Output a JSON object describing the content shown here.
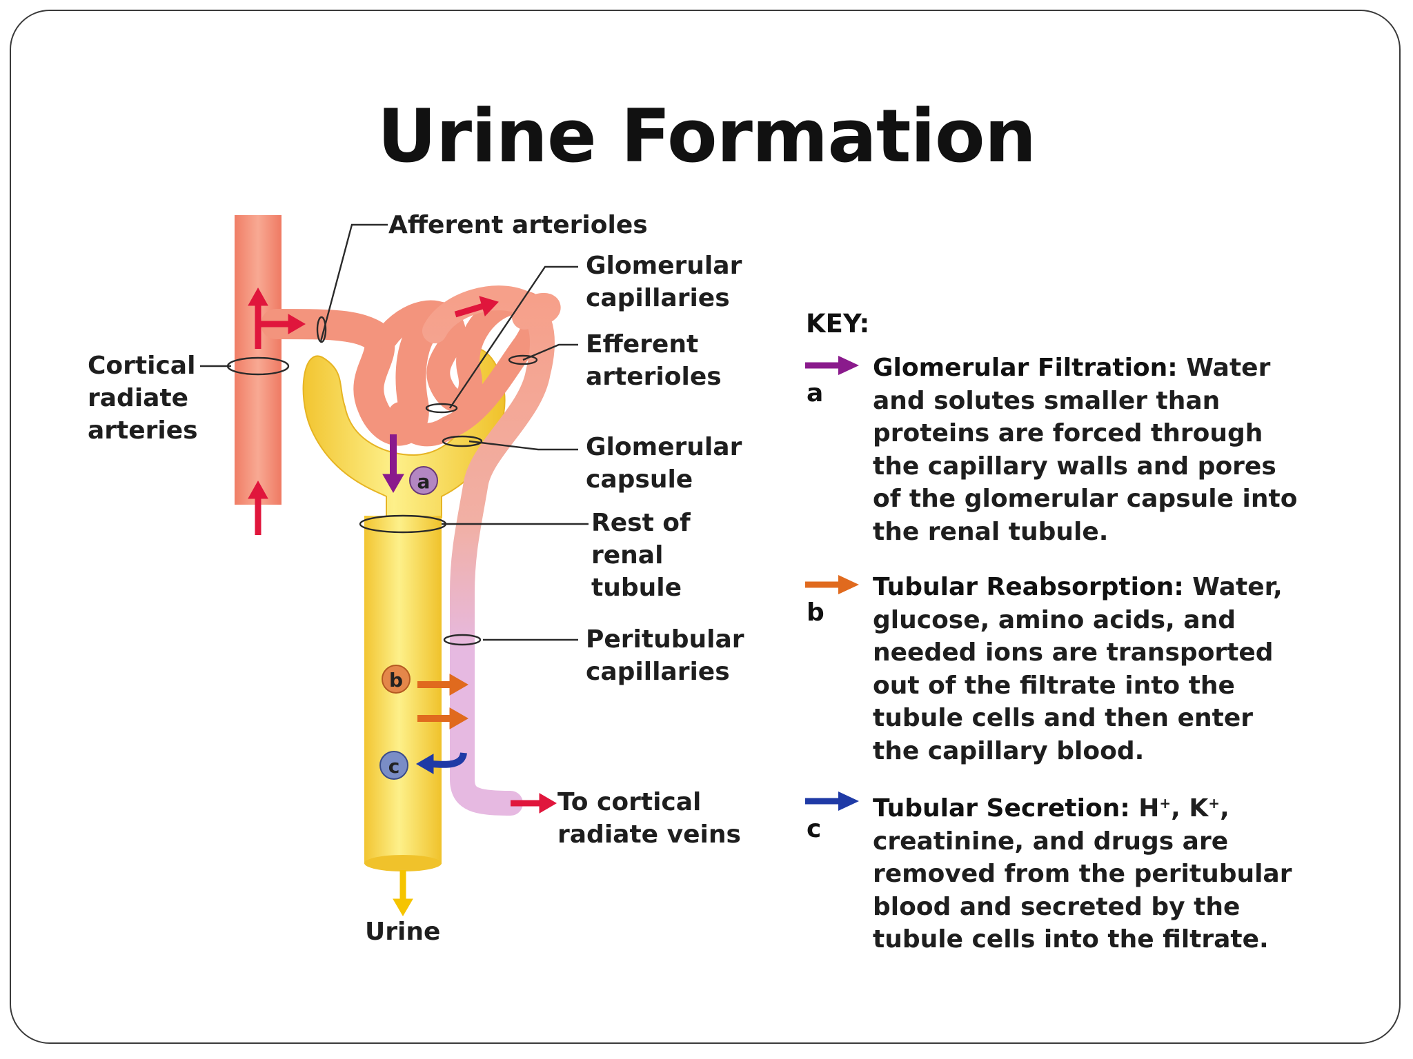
{
  "title": "Urine Formation",
  "labels": {
    "afferent": "Afferent arterioles",
    "glomerular_capillaries": "Glomerular\ncapillaries",
    "efferent": "Efferent\narterioles",
    "cortical_arteries": "Cortical\nradiate\narteries",
    "glomerular_capsule": "Glomerular\ncapsule",
    "rest_of_tubule": "Rest of\nrenal\ntubule",
    "peritubular": "Peritubular\ncapillaries",
    "to_veins": "To cortical\nradiate veins",
    "urine": "Urine"
  },
  "markers": {
    "a": "a",
    "b": "b",
    "c": "c"
  },
  "key": {
    "heading": "KEY:",
    "entries": [
      {
        "letter": "a",
        "arrow_color": "#8a1a8c",
        "title": "Glomerular Filtration:",
        "text": "Water and solutes smaller than proteins are forced through the capillary walls and pores of the glomerular capsule into the renal tubule."
      },
      {
        "letter": "b",
        "arrow_color": "#e06a1e",
        "title": "Tubular Reabsorption:",
        "text": "Water, glucose, amino acids, and needed ions are transported out of the filtrate into the tubule cells and then enter the capillary blood."
      },
      {
        "letter": "c",
        "arrow_color": "#1f3aa6",
        "title": "Tubular Secretion:",
        "ion_h": "H",
        "ion_k": "K",
        "charge": "+",
        "text_lead": ",",
        "text": "creatinine, and drugs are removed from  the peritubular blood and secreted by the tubule cells into the filtrate."
      }
    ]
  },
  "colors": {
    "artery": "#f3947d",
    "tubule": "#f9dd5e",
    "peritubular": "#e5b7e0",
    "red_arrow": "#e0163c",
    "urine_arrow": "#f5c400"
  }
}
